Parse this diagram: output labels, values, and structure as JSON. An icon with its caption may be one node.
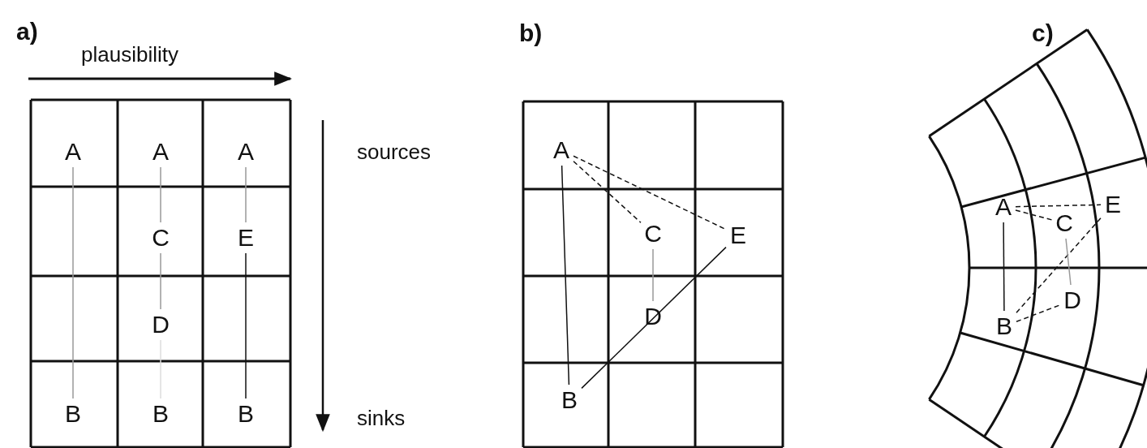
{
  "diagram": {
    "nodes": [
      {
        "text": [
          "A"
        ]
      },
      {
        "text": [
          "A"
        ]
      },
      {
        "text": [
          "A"
        ]
      },
      {
        "text": [
          "C"
        ]
      },
      {
        "text": [
          "E"
        ]
      },
      {
        "text": [
          "D"
        ]
      },
      {
        "text": [
          "B"
        ]
      },
      {
        "text": [
          "B"
        ]
      },
      {
        "text": [
          "B"
        ]
      },
      {
        "text": [
          "A"
        ]
      },
      {
        "text": [
          "C"
        ]
      },
      {
        "text": [
          "E"
        ]
      },
      {
        "text": [
          "D"
        ]
      },
      {
        "text": [
          "B"
        ]
      },
      {
        "text": [
          "A"
        ]
      },
      {
        "text": [
          "C"
        ]
      },
      {
        "text": [
          "E"
        ]
      },
      {
        "text": [
          "D"
        ]
      },
      {
        "text": [
          "B"
        ]
      }
    ],
    "edges": [
      {
        "from": 0,
        "to": 6,
        "arrow": "none",
        "color": "#999999"
      },
      {
        "from": 1,
        "to": 3,
        "arrow": "none",
        "color": "#999999"
      },
      {
        "from": 3,
        "to": 5,
        "arrow": "none",
        "color": "#999999"
      },
      {
        "from": 5,
        "to": 7,
        "arrow": "none",
        "color": "#dddddd"
      },
      {
        "from": 2,
        "to": 4,
        "arrow": "none",
        "color": "#999999"
      },
      {
        "from": 4,
        "to": 8,
        "arrow": "none"
      },
      {
        "from": 9,
        "to": 13,
        "arrow": "none"
      },
      {
        "from": 9,
        "to": 10,
        "arrow": "none",
        "style": "dashed"
      },
      {
        "from": 9,
        "to": 11,
        "arrow": "none",
        "style": "dashed"
      },
      {
        "from": 10,
        "to": 12,
        "arrow": "none",
        "color": "#999999"
      },
      {
        "from": 13,
        "to": 11,
        "arrow": "none"
      },
      {
        "from": 14,
        "to": 18,
        "arrow": "none"
      },
      {
        "from": 14,
        "to": 16,
        "arrow": "none",
        "style": "dashed"
      },
      {
        "from": 14,
        "to": 15,
        "arrow": "none",
        "style": "dashed"
      },
      {
        "from": 18,
        "to": 16,
        "arrow": "none",
        "style": "dashed"
      },
      {
        "from": 15,
        "to": 17,
        "arrow": "none",
        "color": "#999999"
      },
      {
        "from": 18,
        "to": 17,
        "arrow": "none",
        "style": "dashed"
      }
    ],
    "labels": [
      "a)",
      "plausibility",
      "sources",
      "sinks",
      "b)",
      "c)"
    ]
  }
}
